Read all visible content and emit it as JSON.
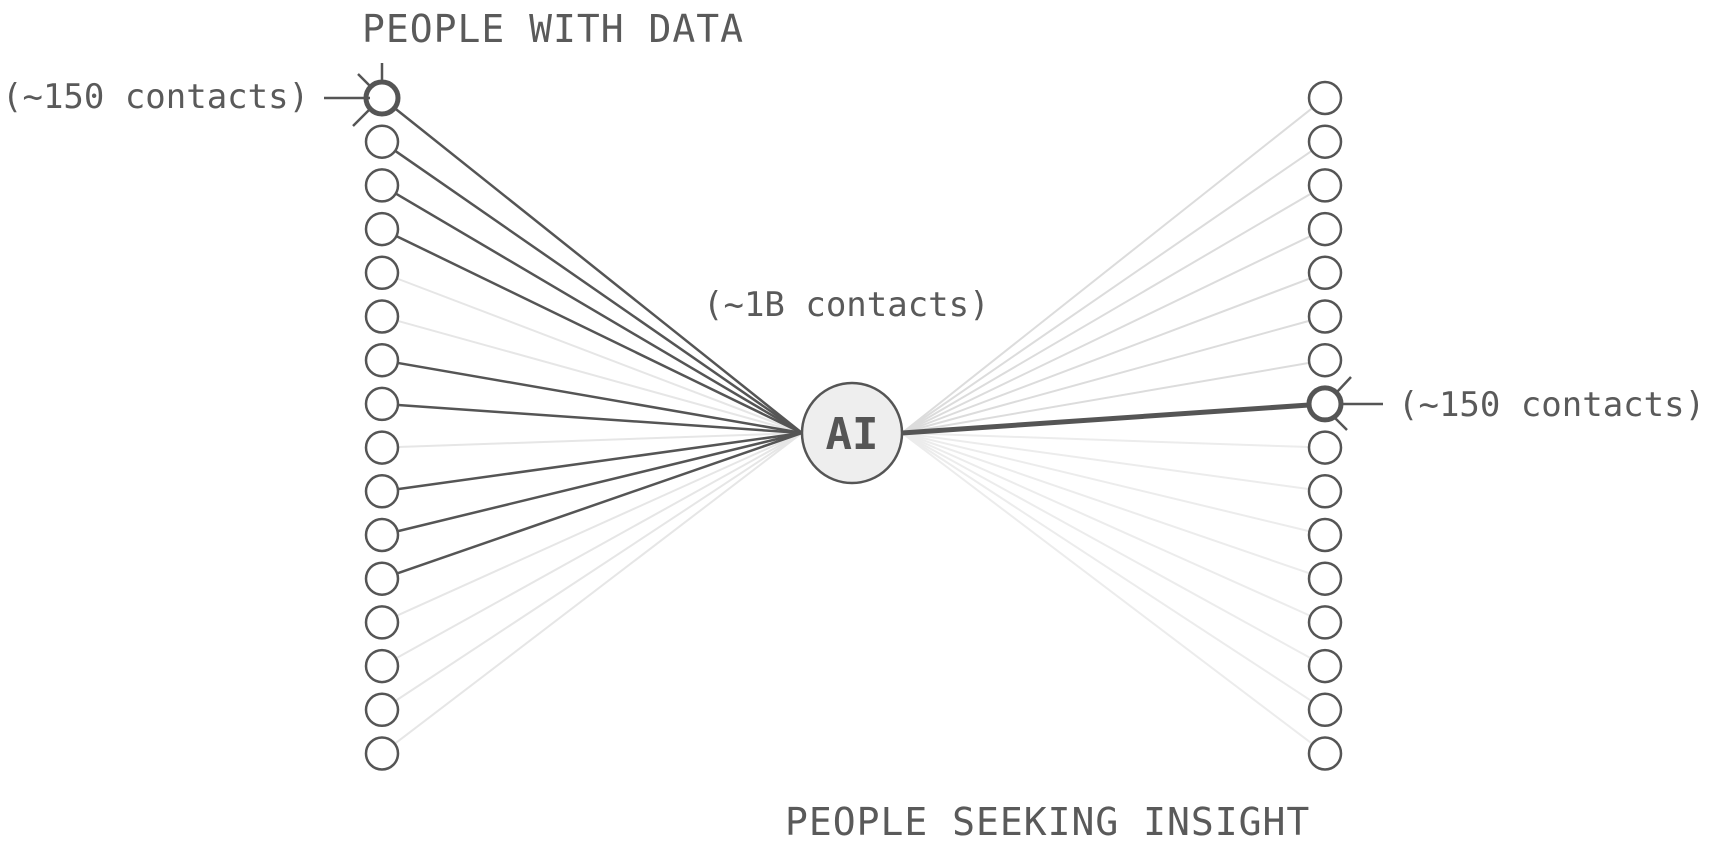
{
  "titles": {
    "data_holders": "PEOPLE WITH DATA",
    "insight_seekers": "PEOPLE SEEKING INSIGHT"
  },
  "hub": {
    "label": "AI",
    "contacts": "(~1B contacts)"
  },
  "callouts": {
    "left_contacts": "(~150 contacts)",
    "right_contacts": "(~150 contacts)"
  },
  "left_nodes": {
    "count": 16,
    "connected": [
      true,
      true,
      true,
      true,
      false,
      false,
      true,
      true,
      false,
      true,
      true,
      true,
      false,
      false,
      false,
      false
    ],
    "highlighted_index": 0
  },
  "right_nodes": {
    "count": 16,
    "highlighted_index": 7
  },
  "colors": {
    "stroke": "#555555",
    "faint_edge": "#e6e6e6",
    "hub_fill": "#eeeeee"
  }
}
